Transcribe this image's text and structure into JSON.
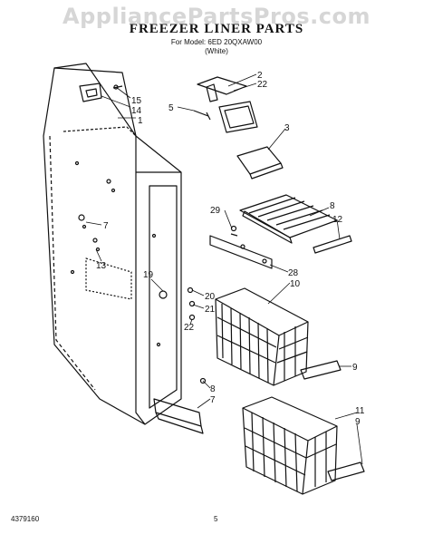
{
  "watermark": "AppliancePartsPros.com",
  "title": "FREEZER LINER PARTS",
  "model_line": "For Model: 6ED 20QXAW00",
  "color_line": "(White)",
  "footer": {
    "left": "4379160",
    "center": "5"
  },
  "callouts": {
    "c2": "2",
    "c22a": "22",
    "c5": "5",
    "c15": "15",
    "c14": "14",
    "c1": "1",
    "c3": "3",
    "c29": "29",
    "c8a": "8",
    "c12": "12",
    "c7a": "7",
    "c13": "13",
    "c28": "28",
    "c10": "10",
    "c19": "19",
    "c20": "20",
    "c21": "21",
    "c22b": "22",
    "c9a": "9",
    "c8b": "8",
    "c7b": "7",
    "c11": "11",
    "c9b": "9"
  }
}
